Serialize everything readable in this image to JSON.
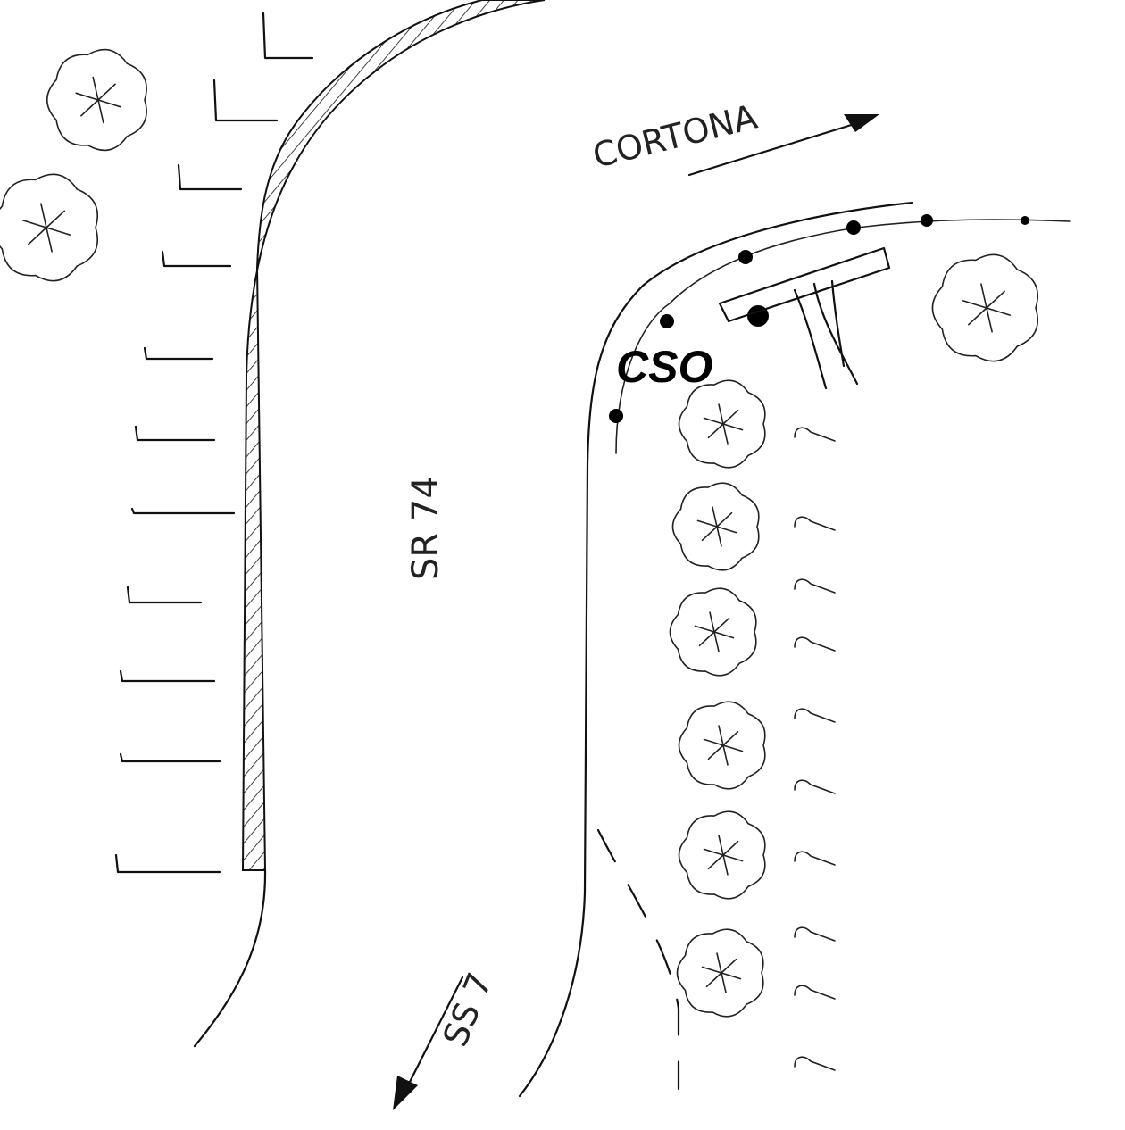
{
  "labels": {
    "destination": "CORTONA",
    "marker": "CSO",
    "main_road": "SR 74",
    "south_road": "SS 7"
  },
  "colors": {
    "ink": "#111111",
    "background": "#ffffff"
  }
}
